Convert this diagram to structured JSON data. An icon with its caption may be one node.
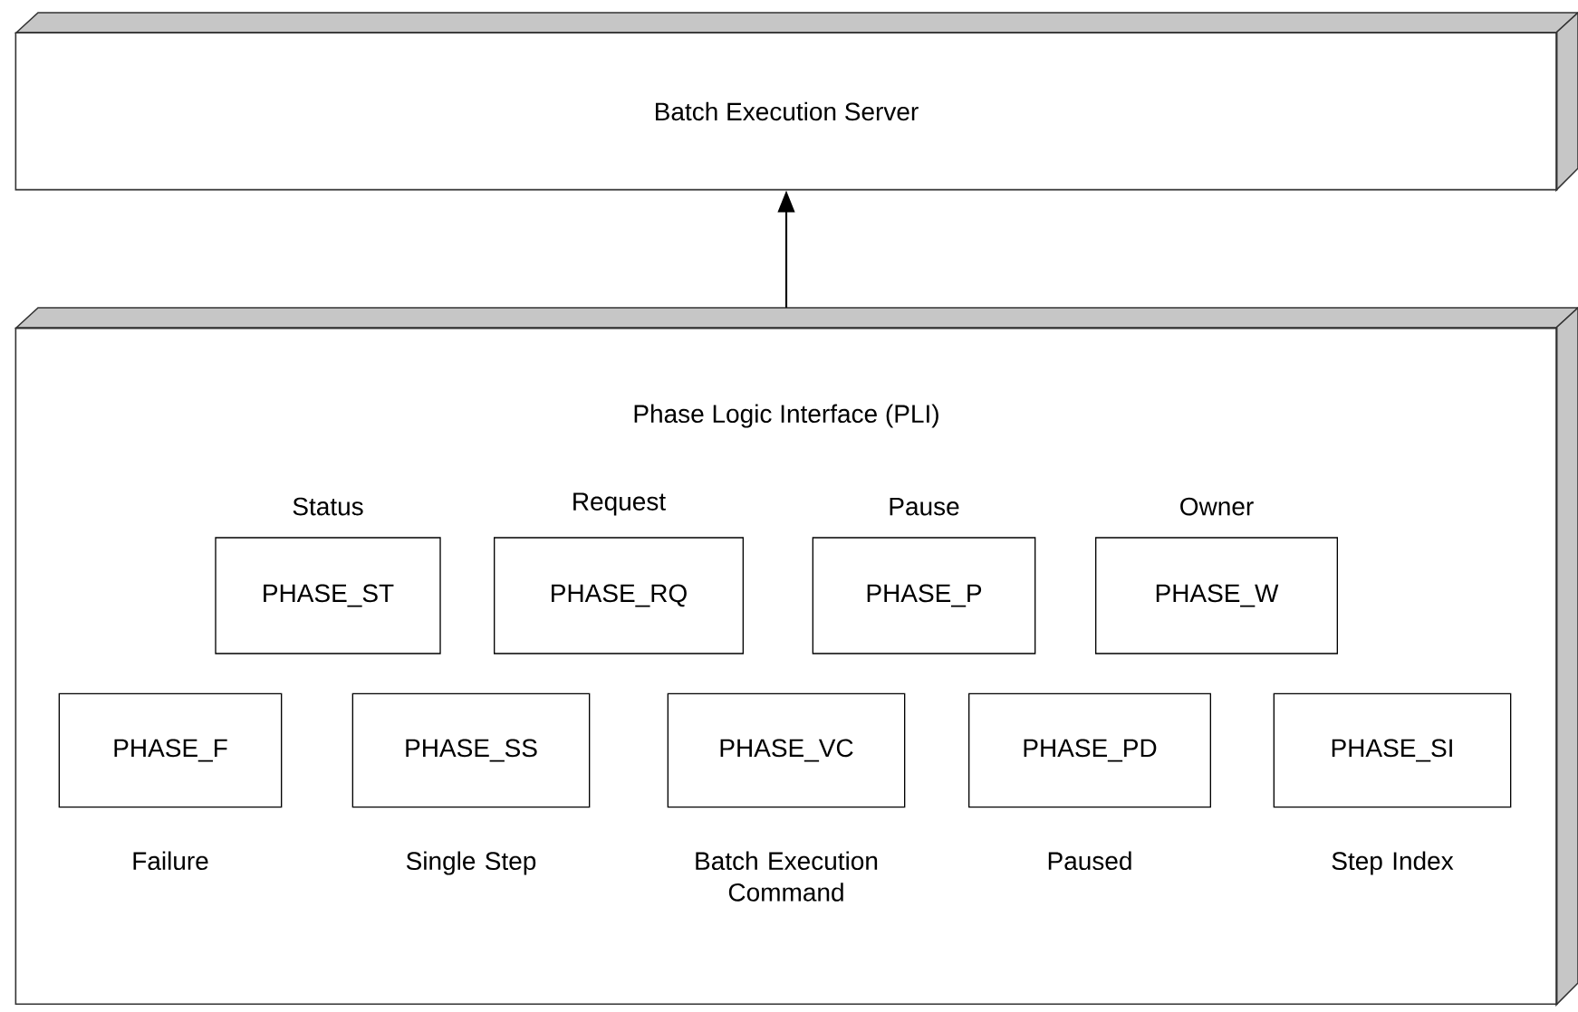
{
  "diagram": {
    "nodes": [
      {
        "text": [
          "Batch Execution Server"
        ]
      },
      {
        "text": [
          "Phase Logic Interface (PLI)"
        ]
      },
      {
        "text": [
          "PHASE_ST"
        ],
        "in": 1,
        "beside": [
          "Status"
        ]
      },
      {
        "text": [
          "PHASE_RQ"
        ],
        "in": 1,
        "beside": [
          "Request"
        ]
      },
      {
        "text": [
          "PHASE_P"
        ],
        "in": 1,
        "beside": [
          "Pause"
        ]
      },
      {
        "text": [
          "PHASE_W"
        ],
        "in": 1,
        "beside": [
          "Owner"
        ]
      },
      {
        "text": [
          "PHASE_F"
        ],
        "in": 1,
        "beside": [
          "Failure"
        ]
      },
      {
        "text": [
          "PHASE_SS"
        ],
        "in": 1,
        "beside": [
          "Single Step"
        ]
      },
      {
        "text": [
          "PHASE_VC"
        ],
        "in": 1,
        "beside": [
          "Batch Execution Command"
        ]
      },
      {
        "text": [
          "PHASE_PD"
        ],
        "in": 1,
        "beside": [
          "Paused"
        ]
      },
      {
        "text": [
          "PHASE_SI"
        ],
        "in": 1,
        "beside": [
          "Step Index"
        ]
      }
    ],
    "edges": [
      {
        "from": 1,
        "to": 0,
        "arrow": "to"
      }
    ]
  }
}
